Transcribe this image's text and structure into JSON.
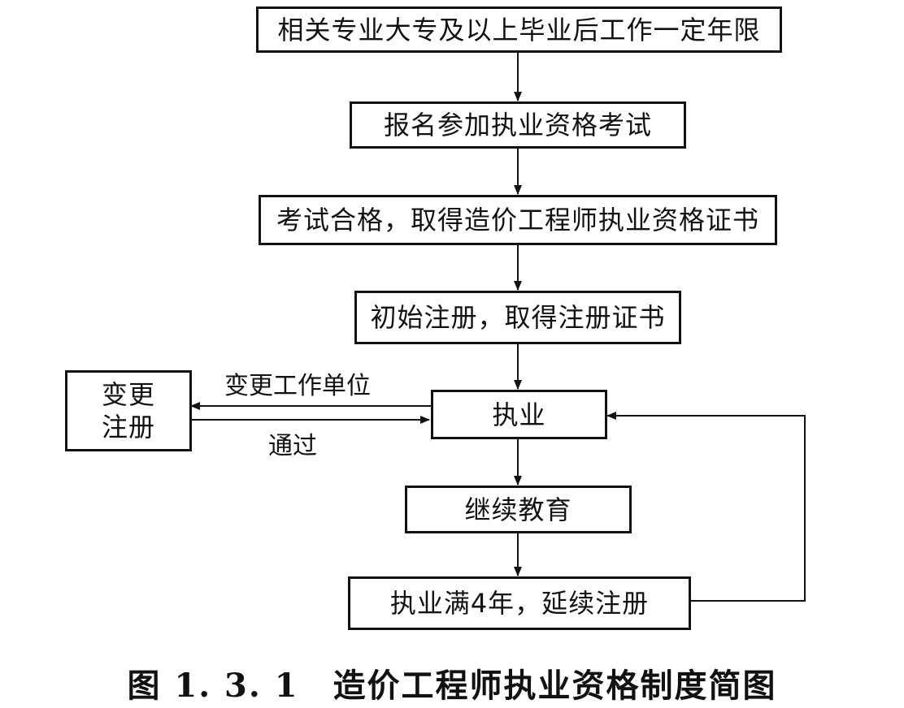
{
  "steps": {
    "graduate": "相关专业大专及以上毕业后工作一定年限",
    "apply_exam": "报名参加执业资格考试",
    "pass_exam": "考试合格，取得造价工程师执业资格证书",
    "initial_register": "初始注册，取得注册证书",
    "practice": "执业",
    "continuing_edu": "继续教育",
    "renew": "执业满4年，延续注册"
  },
  "side_box": {
    "line1": "变更",
    "line2": "注册"
  },
  "edge_labels": {
    "change_job": "变更工作单位",
    "approved": "通过"
  },
  "caption": {
    "number": "图 1. 3. 1",
    "title": "造价工程师执业资格制度简图"
  }
}
